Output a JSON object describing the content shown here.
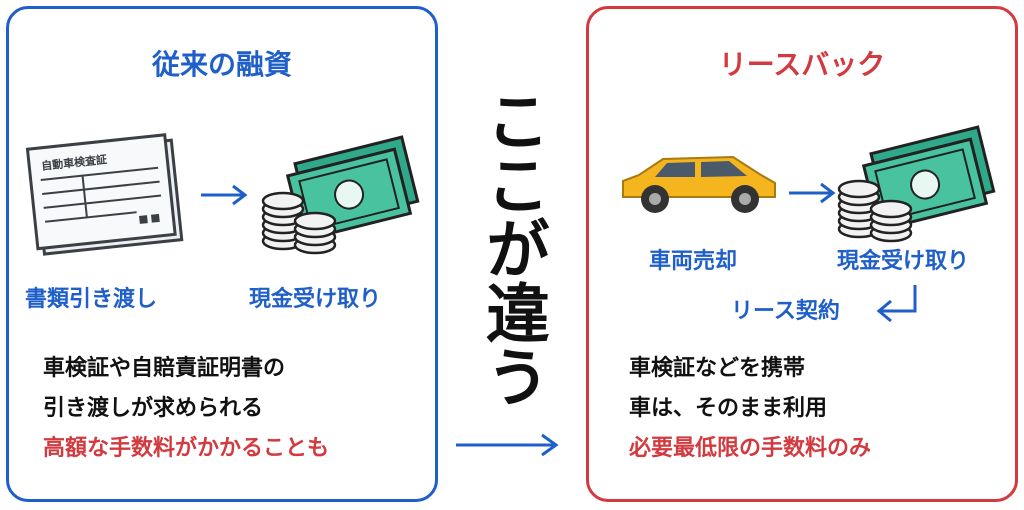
{
  "left": {
    "title": "従来の融資",
    "doc_label": "自動車検査証",
    "cap1": "書類引き渡し",
    "cap2": "現金受け取り",
    "lines": [
      "車検証や自賠責証明書の",
      "引き渡しが求められる",
      "高額な手数料がかかることも"
    ]
  },
  "center": {
    "text": "ここが違う"
  },
  "right": {
    "title": "リースバック",
    "cap1": "車両売却",
    "cap2": "現金受け取り",
    "lease": "リース契約",
    "lines": [
      "車検証などを携帯",
      "車は、そのまま利用",
      "必要最低限の手数料のみ"
    ]
  },
  "colors": {
    "blue": "#1f5fc9",
    "red": "#d33a3f",
    "money": "#2fa98a",
    "car": "#f5b51f"
  },
  "icons": [
    "document-icon",
    "coins-icon",
    "banknote-icon",
    "car-icon",
    "arrow-right-icon",
    "return-arrow-icon"
  ]
}
